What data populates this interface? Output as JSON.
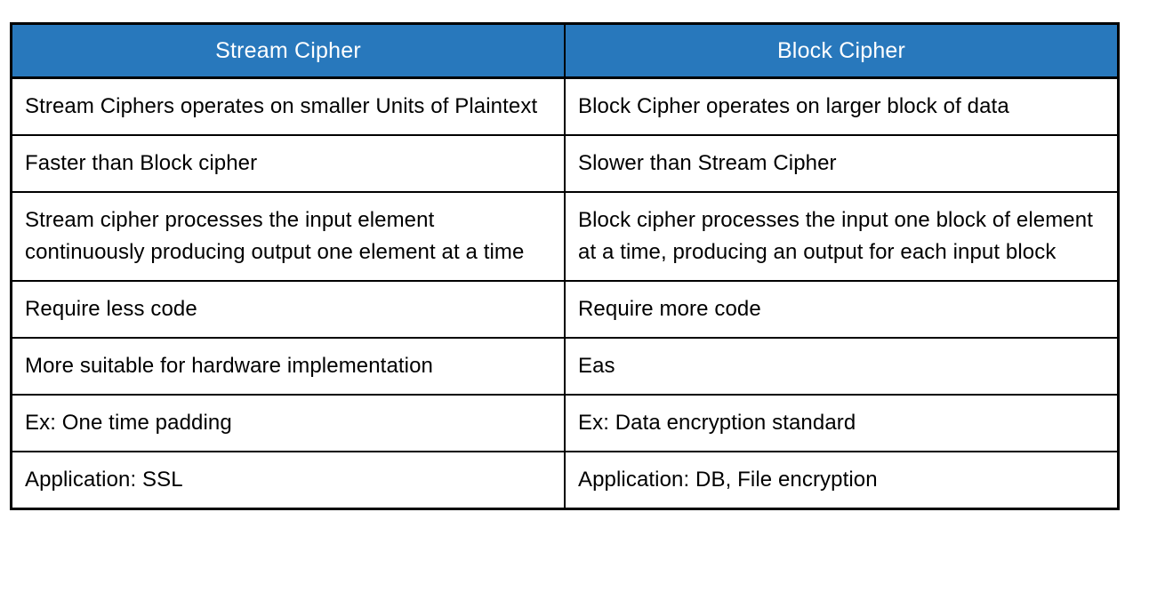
{
  "table": {
    "title": "Stream Cipher vs Block Cipher comparison table",
    "colors": {
      "header_bg": "#2878BC",
      "header_text": "#FFFFFF",
      "body_text": "#000000",
      "border": "#000000",
      "page_bg": "#FFFFFF"
    },
    "headers": [
      {
        "label": "Stream Cipher"
      },
      {
        "label": "Block Cipher"
      }
    ],
    "rows": [
      [
        "Stream Ciphers operates on smaller Units of Plaintext",
        "Block Cipher operates on larger block of data"
      ],
      [
        "Faster than Block cipher",
        "Slower than Stream Cipher"
      ],
      [
        "Stream cipher processes the input element continuously producing output one element at a time",
        "Block cipher processes the input one block of element at a time, producing an output for each input block"
      ],
      [
        "Require less code",
        "Require more code"
      ],
      [
        "More suitable for hardware implementation",
        "Eas"
      ],
      [
        "Ex: One time padding",
        "Ex: Data encryption standard"
      ],
      [
        "Application: SSL",
        "Application: DB, File encryption"
      ]
    ]
  }
}
